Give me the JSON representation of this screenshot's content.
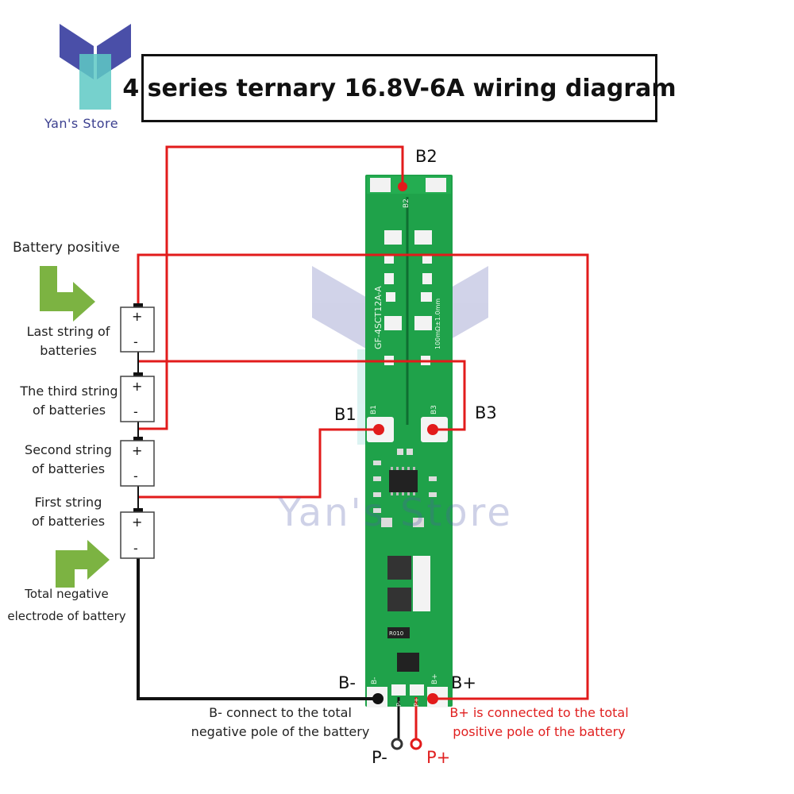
{
  "brand": {
    "name": "Yan's Store",
    "watermark": "Yan's Store"
  },
  "title": "4 series ternary 16.8V-6A wiring diagram",
  "pins": {
    "b2": "B2",
    "b1": "B1",
    "b3": "B3",
    "b_minus": "B-",
    "b_plus": "B+",
    "p_minus": "P-",
    "p_plus": "P+"
  },
  "labels": {
    "battery_positive": "Battery positive",
    "last_string": [
      "Last string of",
      "batteries"
    ],
    "third_string": [
      "The third string",
      "of batteries"
    ],
    "second_string": [
      "Second string",
      "of batteries"
    ],
    "first_string": [
      "First string",
      "of batteries"
    ],
    "total_negative": [
      "Total negative",
      "electrode of battery"
    ],
    "b_minus_note": [
      "B- connect to the total",
      "negative pole of the battery"
    ],
    "b_plus_note": [
      "B+ is connected to the total",
      "positive pole of the battery"
    ]
  },
  "cells": {
    "plus": "+",
    "minus": "-"
  },
  "board": {
    "model_text": "GF-4SCT12A-A",
    "pad_b2": "B2",
    "pad_b1": "B1",
    "pad_b3": "B3",
    "pad_b_minus": "B-",
    "pad_b_plus": "B+",
    "pad_p_minus": "P-",
    "pad_p_plus": "P+",
    "resistor": "R010",
    "current_text": "100mΩ±1.0mm"
  },
  "colors": {
    "wire_red": "#e21b1b",
    "wire_black": "#111111",
    "pcb_green": "#1fa24a",
    "pcb_light": "#5cc56e",
    "arrow_green": "#7cb342",
    "logo_blue": "#3b3f8f",
    "logo_teal": "#5ec9c4"
  }
}
